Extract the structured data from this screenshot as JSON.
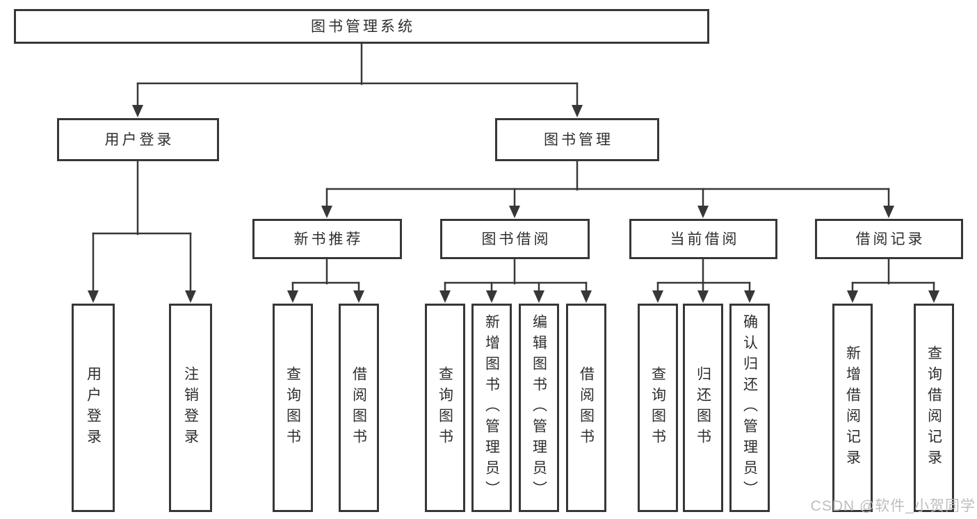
{
  "page": {
    "watermark": "CSDN @软件_小贺同学"
  },
  "colors": {
    "line": "#373737",
    "box_border": "#373737",
    "text": "#2e2e2e",
    "watermark": "#b9babe",
    "background": "#ffffff"
  },
  "diagram": {
    "root": {
      "label": "图书管理系统"
    },
    "branches": [
      {
        "label": "用户登录",
        "children": [
          {
            "label": "用户登录"
          },
          {
            "label": "注销登录"
          }
        ]
      },
      {
        "label": "图书管理",
        "children": [
          {
            "label": "新书推荐",
            "children": [
              {
                "label": "查询图书"
              },
              {
                "label": "借阅图书"
              }
            ]
          },
          {
            "label": "图书借阅",
            "children": [
              {
                "label": "查询图书"
              },
              {
                "label": "新增图书（管理员）"
              },
              {
                "label": "编辑图书（管理员）"
              },
              {
                "label": "借阅图书"
              }
            ]
          },
          {
            "label": "当前借阅",
            "children": [
              {
                "label": "查询图书"
              },
              {
                "label": "归还图书"
              },
              {
                "label": "确认归还（管理员）"
              }
            ]
          },
          {
            "label": "借阅记录",
            "children": [
              {
                "label": "新增借阅记录"
              },
              {
                "label": "查询借阅记录"
              }
            ]
          }
        ]
      }
    ]
  }
}
